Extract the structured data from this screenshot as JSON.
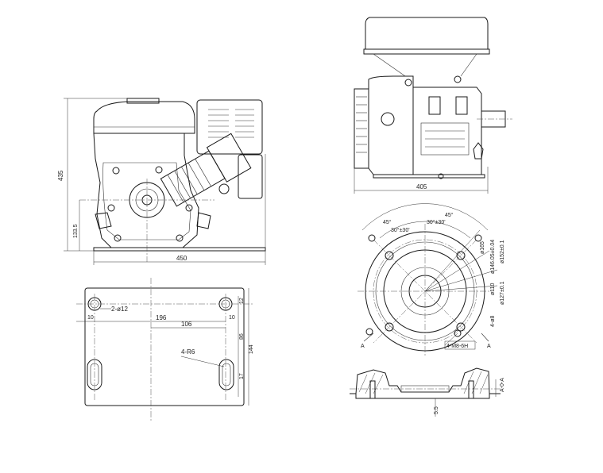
{
  "front_view": {
    "height_total": "435",
    "height_shaft": "133.5",
    "width_total": "450"
  },
  "side_view": {
    "width_total": "405"
  },
  "base_plan": {
    "hole_dia": "2-ø12",
    "hole_span": "196",
    "hole_span_inner": "106",
    "slot_radius": "4-R6",
    "left_offset": "10",
    "right_offset": "10",
    "top_offset": "12",
    "v_86": "86",
    "v_144": "144",
    "v_17": "17"
  },
  "flange_view": {
    "angle_45a": "45°",
    "angle_45b": "45°",
    "angle_30a": "30°±30'",
    "angle_30b": "30°±30'",
    "d165": "ø165",
    "d146": "ø146.05±0.04",
    "d152": "ø152±0.1",
    "d127": "ø127±0.1",
    "d110": "ø110",
    "holes": "4-ø8",
    "thread": "4-M8-6H",
    "section_mark_left": "A",
    "section_mark_right": "A"
  },
  "section_view": {
    "depth": "5.5",
    "label": "A-0-A"
  }
}
